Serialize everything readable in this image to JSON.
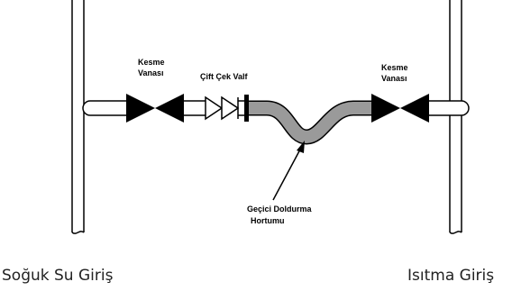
{
  "labels": {
    "left_valve": [
      "Kesme",
      "Vanası"
    ],
    "right_valve": [
      "Kesme",
      "Vanası"
    ],
    "check_valve": "Çift Çek Valf",
    "hose": [
      "Geçici Doldurma",
      "Hortumu"
    ]
  },
  "captions": {
    "left": "Soğuk Su Giriş",
    "right": "Isıtma Giriş"
  },
  "colors": {
    "line": "#000000",
    "hose_fill": "#9a9a9a",
    "pipe_fill": "#ffffff"
  }
}
